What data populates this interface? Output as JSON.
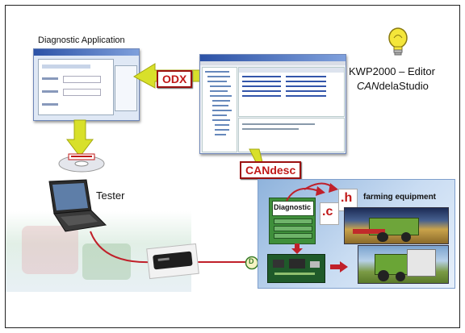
{
  "labels": {
    "diag_app": "Diagnostic Application",
    "odx": "ODX",
    "kwp_line1": "KWP2000 – Editor",
    "candela_can": "CAN",
    "candela_rest": "delaStudio",
    "tester": "Tester",
    "candesc": "CANdesc",
    "diagnostic": "Diagnostic",
    "file_c": ".c",
    "file_h": ".h",
    "farming": "farming equipment",
    "connector_d": "D"
  },
  "colors": {
    "tag_red": "#c01818",
    "arrow_yellow": "#d8e02a",
    "cable_red": "#c0202a",
    "panel_blue": "#9dbde3"
  },
  "icons": [
    "lightbulb-icon",
    "cd-disc-icon",
    "laptop-icon",
    "interface-box-icon",
    "ecu-board-icon"
  ]
}
